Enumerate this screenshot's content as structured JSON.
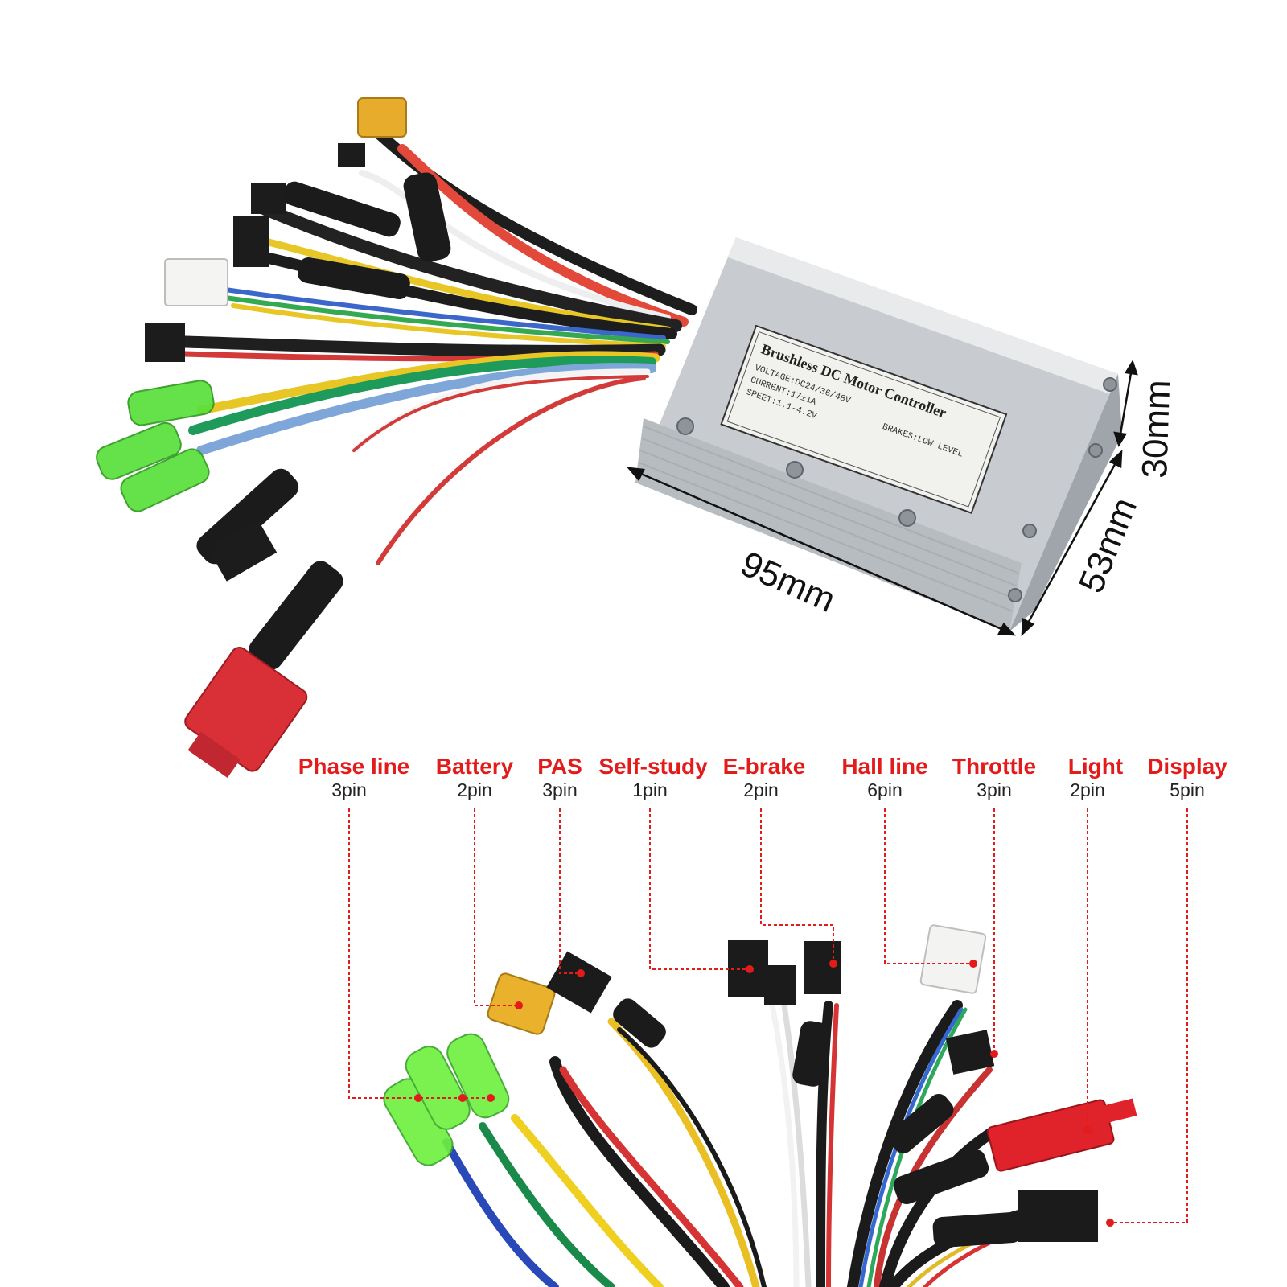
{
  "controller": {
    "title": "Brushless DC Motor Controller",
    "specs": [
      "VOLTAGE:DC24/36/48V",
      "CURRENT:17±1A",
      "SPEET:1.1-4.2V"
    ],
    "brakes": "BRAKES:LOW LEVEL"
  },
  "dimensions": {
    "length": "95mm",
    "width": "53mm",
    "height": "30mm"
  },
  "connectors": [
    {
      "name": "Phase line",
      "pins": "3pin"
    },
    {
      "name": "Battery",
      "pins": "2pin"
    },
    {
      "name": "PAS",
      "pins": "3pin"
    },
    {
      "name": "Self-study",
      "pins": "1pin"
    },
    {
      "name": "E-brake",
      "pins": "2pin"
    },
    {
      "name": "Hall line",
      "pins": "6pin"
    },
    {
      "name": "Throttle",
      "pins": "3pin"
    },
    {
      "name": "Light",
      "pins": "2pin"
    },
    {
      "name": "Display",
      "pins": "5pin"
    }
  ],
  "colors": {
    "label": "#e31b1b",
    "leader": "#e31b1b",
    "housing": "#d9dcdf"
  }
}
